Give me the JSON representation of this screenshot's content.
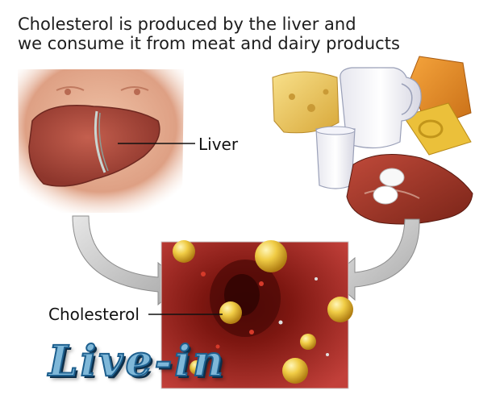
{
  "headline": {
    "line1": "Cholesterol is produced by the liver and",
    "line2": "we consume it from meat and dairy products"
  },
  "labels": {
    "liver": "Liver",
    "cholesterol": "Cholesterol"
  },
  "watermark": "Live-in",
  "colors": {
    "skin": "#e2a88a",
    "liver": "#a8473a",
    "artery": "#8a1a14",
    "cholesterol_blob": "#e8c23a",
    "arrow": "#c8c8c8",
    "logo_fill": "#7fb8d9",
    "logo_stroke": "#1d5f8e"
  }
}
